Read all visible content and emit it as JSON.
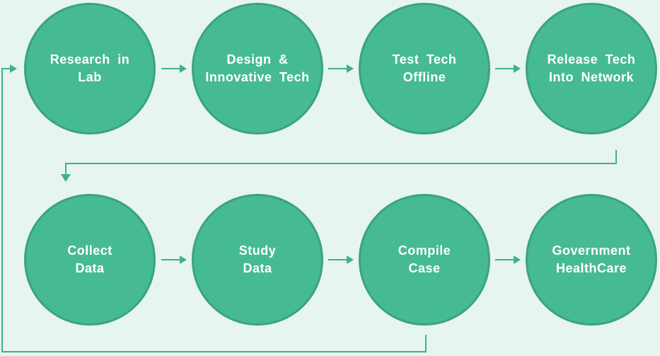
{
  "diagram": {
    "type": "flowchart",
    "colors": {
      "background": "#e6f5ee",
      "node_fill": "#46bb92",
      "node_border": "#3ba282",
      "connector": "#3fb18c",
      "label_text": "#ffffff"
    },
    "nodes": [
      {
        "id": "research-in-lab",
        "label": "Research in\nLab"
      },
      {
        "id": "design-innovative-tech",
        "label": "Design &\nInnovative Tech"
      },
      {
        "id": "test-tech-offline",
        "label": "Test Tech\nOffline"
      },
      {
        "id": "release-tech-into-network",
        "label": "Release Tech\nInto Network"
      },
      {
        "id": "collect-data",
        "label": "Collect\nData"
      },
      {
        "id": "study-data",
        "label": "Study\nData"
      },
      {
        "id": "compile-case",
        "label": "Compile\nCase"
      },
      {
        "id": "government-healthcare",
        "label": "Government\nHealthCare"
      }
    ],
    "edges": [
      {
        "from": "Research in Lab",
        "to": "Design & Innovative Tech"
      },
      {
        "from": "Design & Innovative Tech",
        "to": "Test Tech Offline"
      },
      {
        "from": "Test Tech Offline",
        "to": "Release Tech Into Network"
      },
      {
        "from": "Release Tech Into Network",
        "to": "Collect Data"
      },
      {
        "from": "Collect Data",
        "to": "Study Data"
      },
      {
        "from": "Study Data",
        "to": "Compile Case"
      },
      {
        "from": "Compile Case",
        "to": "Government HealthCare"
      },
      {
        "from": "Compile Case",
        "to": "Research in Lab"
      }
    ]
  }
}
